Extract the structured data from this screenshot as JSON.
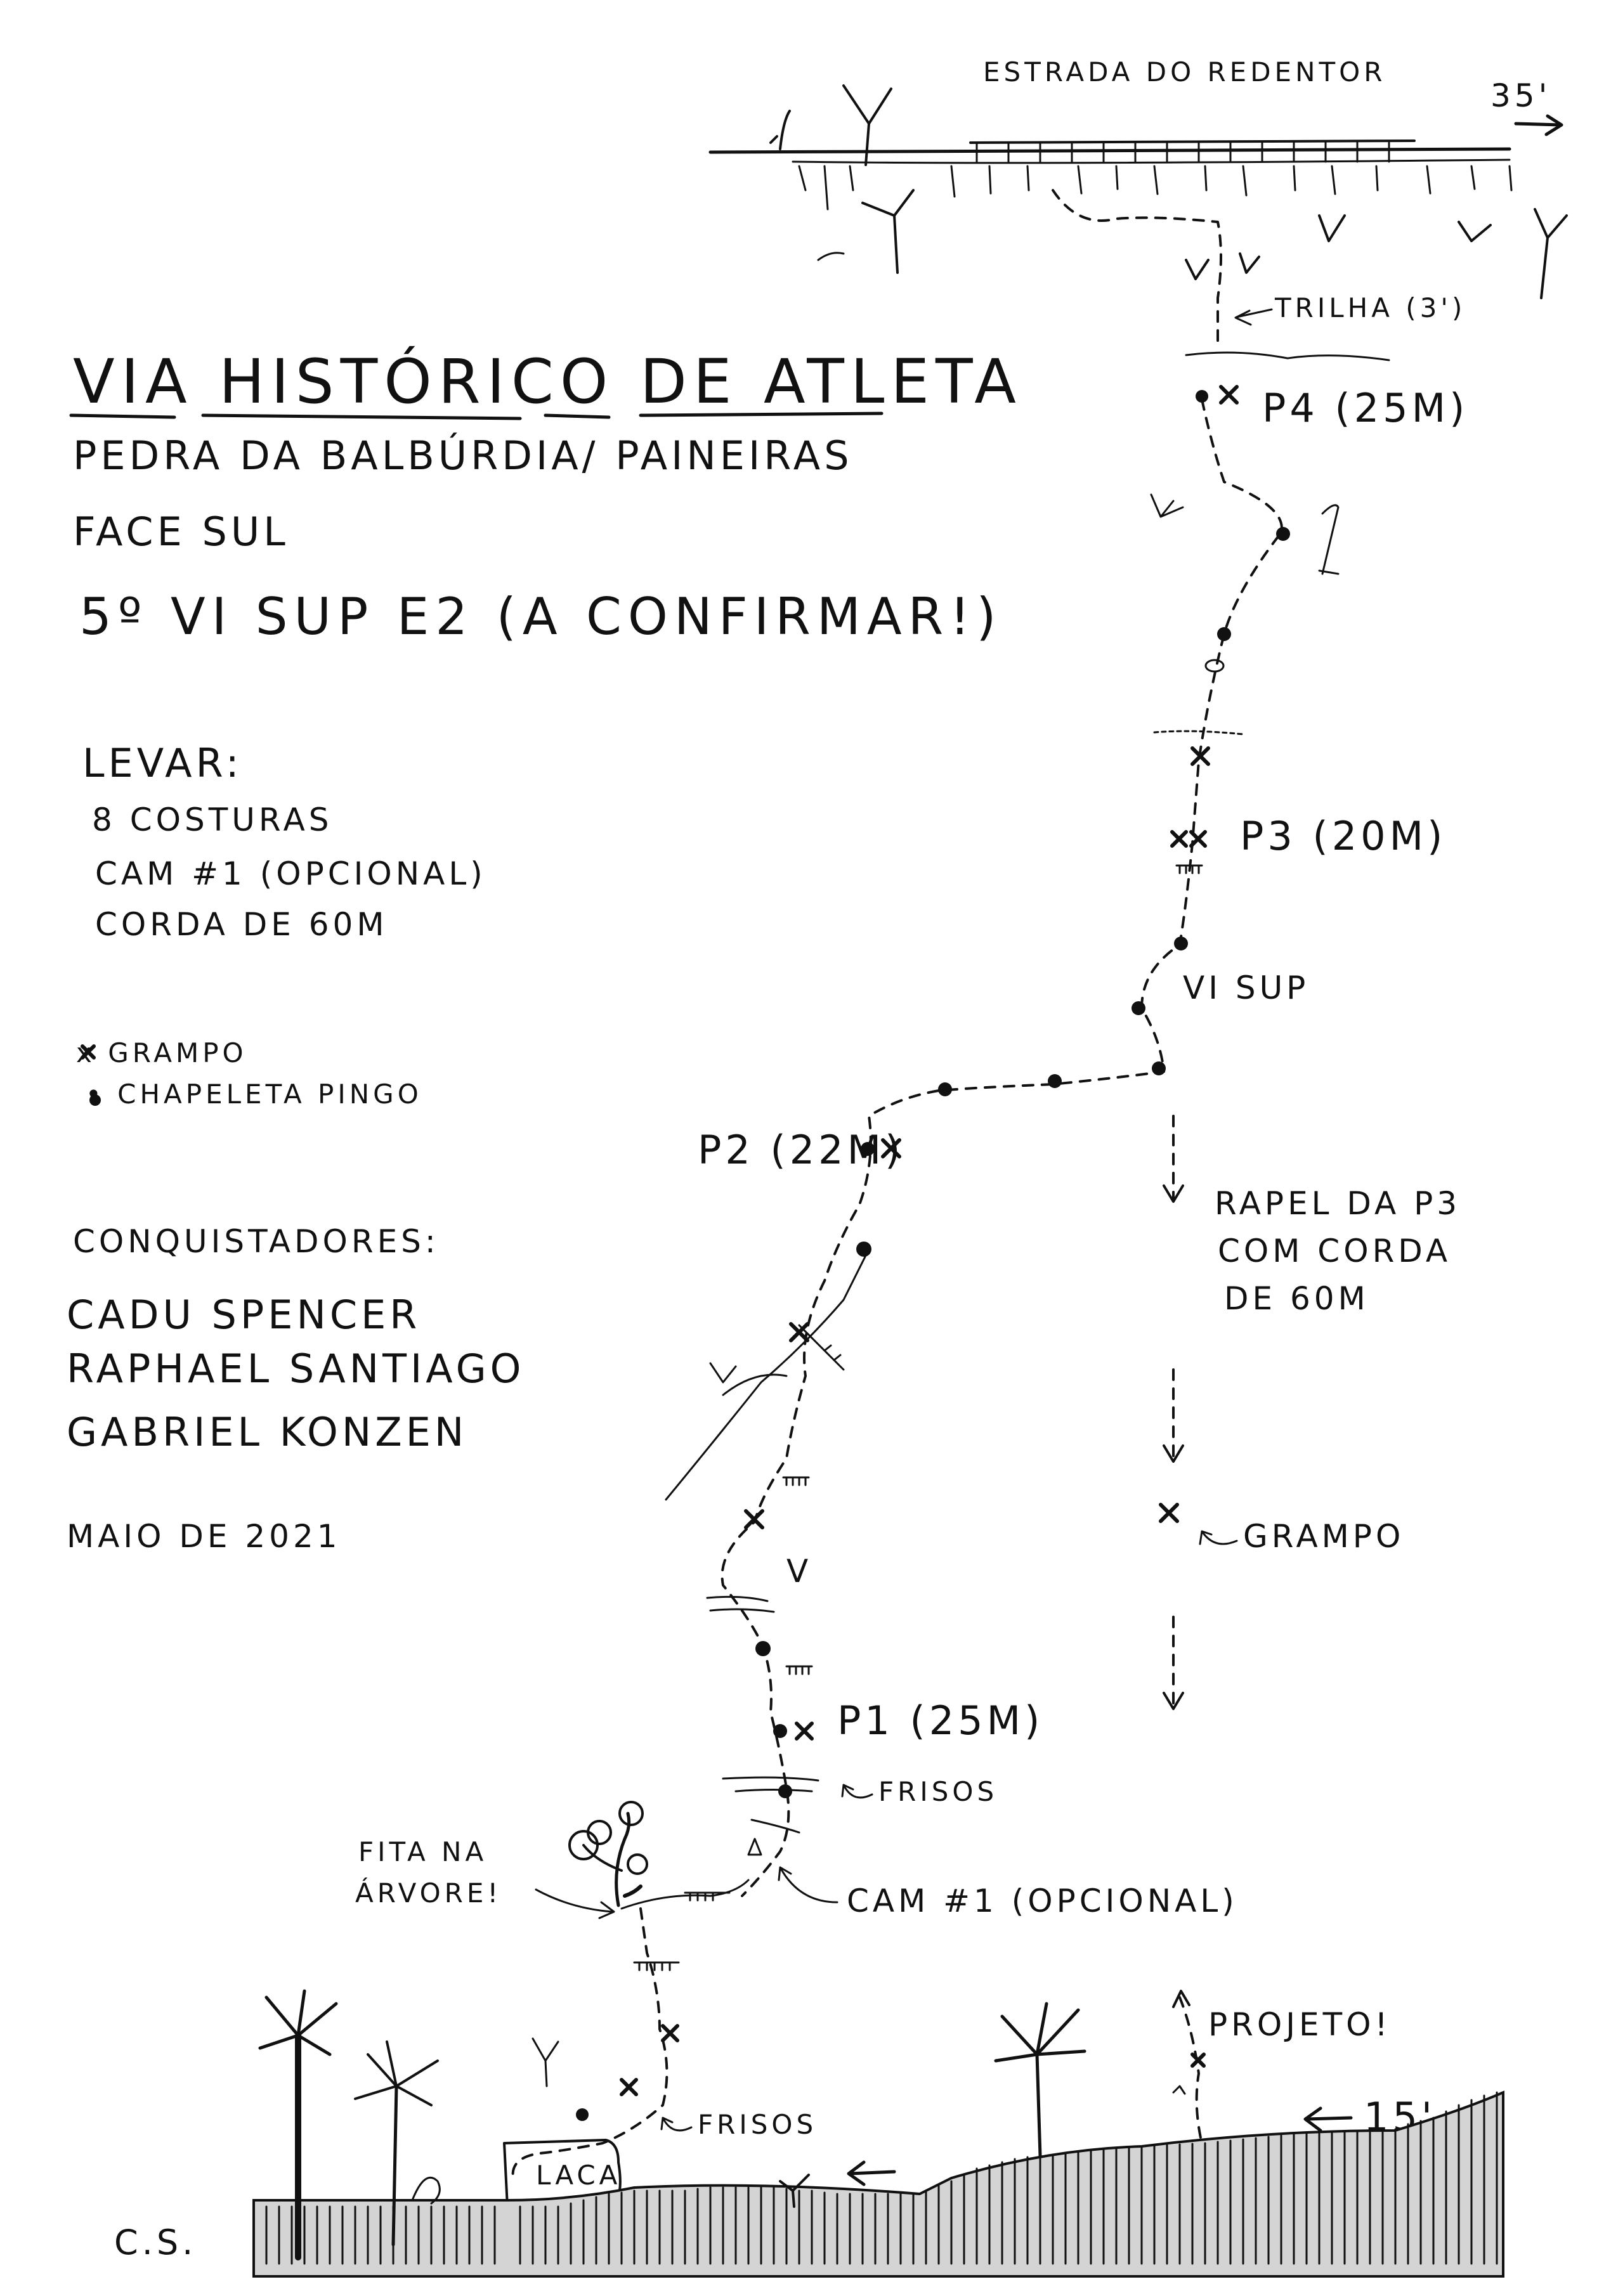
{
  "header": {
    "title": "VIA HISTÓRICO DE ATLETA",
    "location": "PEDRA DA BALBÚRDIA/ PAINEIRAS",
    "face": "FACE SUL",
    "grade": "5º VI SUP E2 (A CONFIRMAR!)"
  },
  "gear": {
    "heading": "LEVAR:",
    "items": [
      "8 COSTURAS",
      "CAM #1 (OPCIONAL)",
      "CORDA DE 60M"
    ]
  },
  "legend": {
    "bolt": "x GRAMPO",
    "drip": "• CHAPELETA PINGO"
  },
  "authors": {
    "heading": "CONQUISTADORES:",
    "names": [
      "CADU SPENCER",
      "RAPHAEL SANTIAGO",
      "GABRIEL KONZEN"
    ],
    "date": "MAIO DE 2021"
  },
  "signature": "C.S.",
  "topo": {
    "road": "ESTRADA DO REDENTOR",
    "road_time": "35'",
    "trail": "TRILHA (3')",
    "pitches": {
      "p4": "P4 (25M)",
      "p3": "P3 (20M)",
      "p2": "P2 (22M)",
      "p1": "P1 (25M)"
    },
    "grades": {
      "crux": "VI SUP",
      "mid": "V"
    },
    "rappel": [
      "RAPEL DA P3",
      "COM CORDA",
      "DE 60M"
    ],
    "grampo": "GRAMPO",
    "frisos_upper": "FRISOS",
    "frisos_lower": "FRISOS",
    "tree_note": [
      "FITA NA",
      "ÁRVORE!"
    ],
    "cam_note": "CAM #1 (OPCIONAL)",
    "projeto": "PROJETO!",
    "approach_time": "15'",
    "laca": "LACA"
  }
}
